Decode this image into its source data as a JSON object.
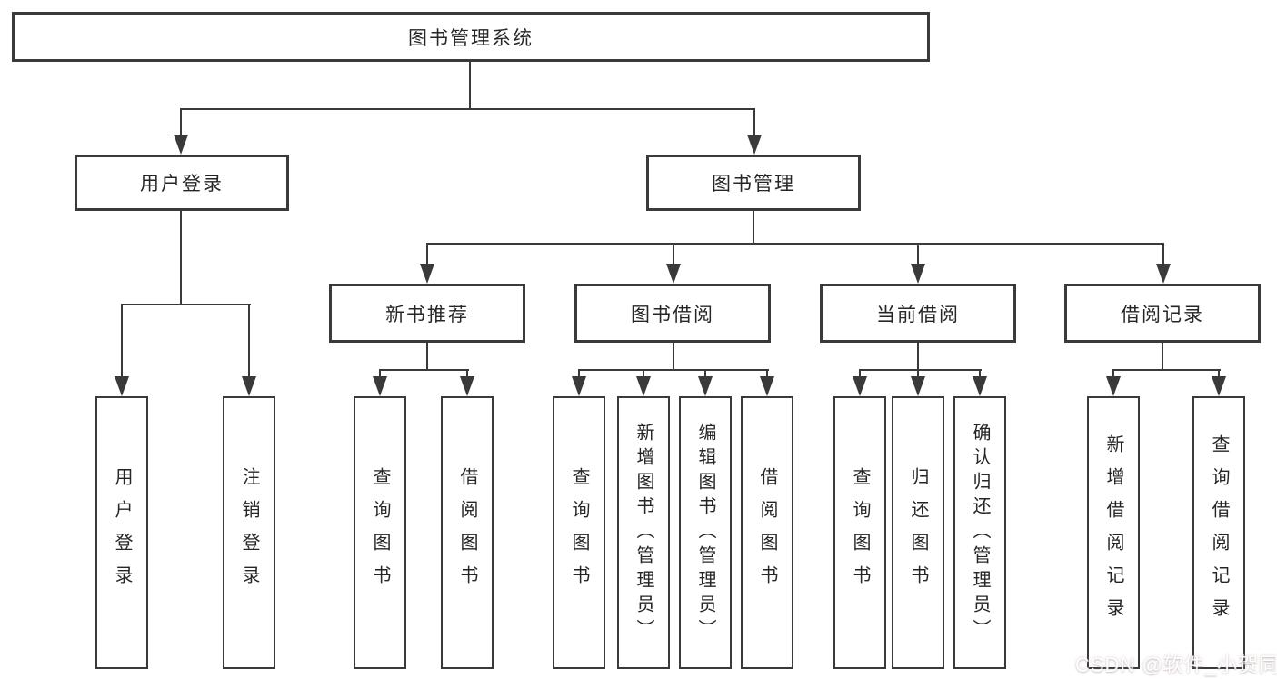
{
  "diagram": {
    "root": "图书管理系统",
    "level2": [
      "用户登录",
      "图书管理"
    ],
    "level3": [
      "新书推荐",
      "图书借阅",
      "当前借阅",
      "借阅记录"
    ],
    "leaves": {
      "user": [
        "用户登录",
        "注销登录"
      ],
      "recommend": [
        "查询图书",
        "借阅图书"
      ],
      "borrow": [
        "查询图书",
        "新增图书（管理员）",
        "编辑图书（管理员）",
        "借阅图书"
      ],
      "current": [
        "查询图书",
        "归还图书",
        "确认归还（管理员）"
      ],
      "records": [
        "新增借阅记录",
        "查询借阅记录"
      ]
    }
  },
  "watermark": "CSDN @软件_小贺同学",
  "colors": {
    "line": "#3a3a3a",
    "text": "#262626",
    "background": "#ffffff",
    "watermark": "#ffffff"
  }
}
